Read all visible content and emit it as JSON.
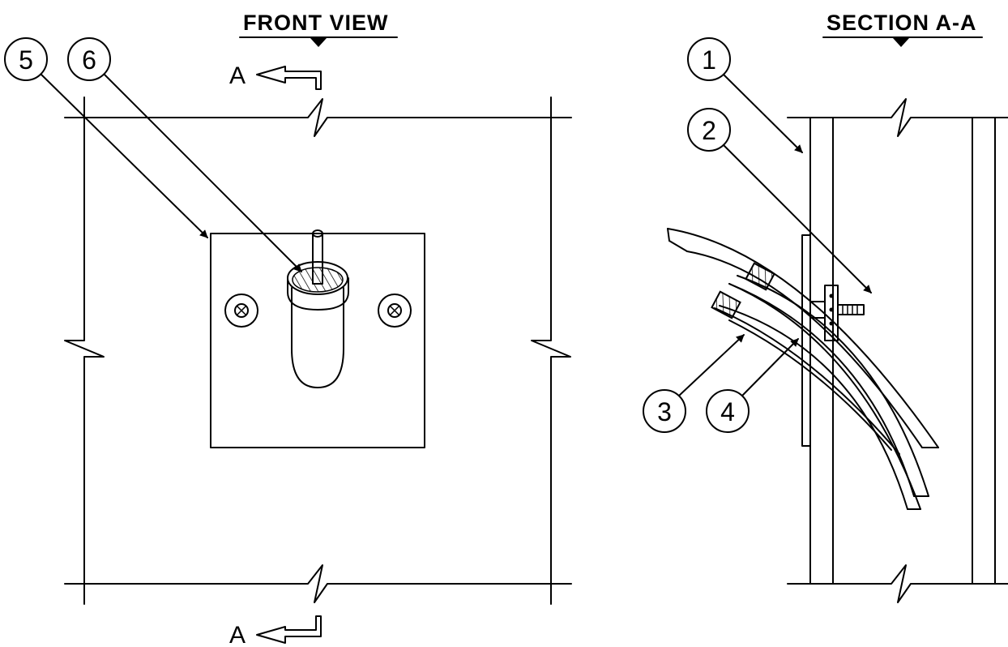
{
  "front_view": {
    "title": "FRONT VIEW",
    "section_marker_top": "A",
    "section_marker_bottom": "A",
    "callouts": [
      "5",
      "6"
    ]
  },
  "section_view": {
    "title": "SECTION A-A",
    "callouts": [
      "1",
      "2",
      "3",
      "4"
    ]
  }
}
